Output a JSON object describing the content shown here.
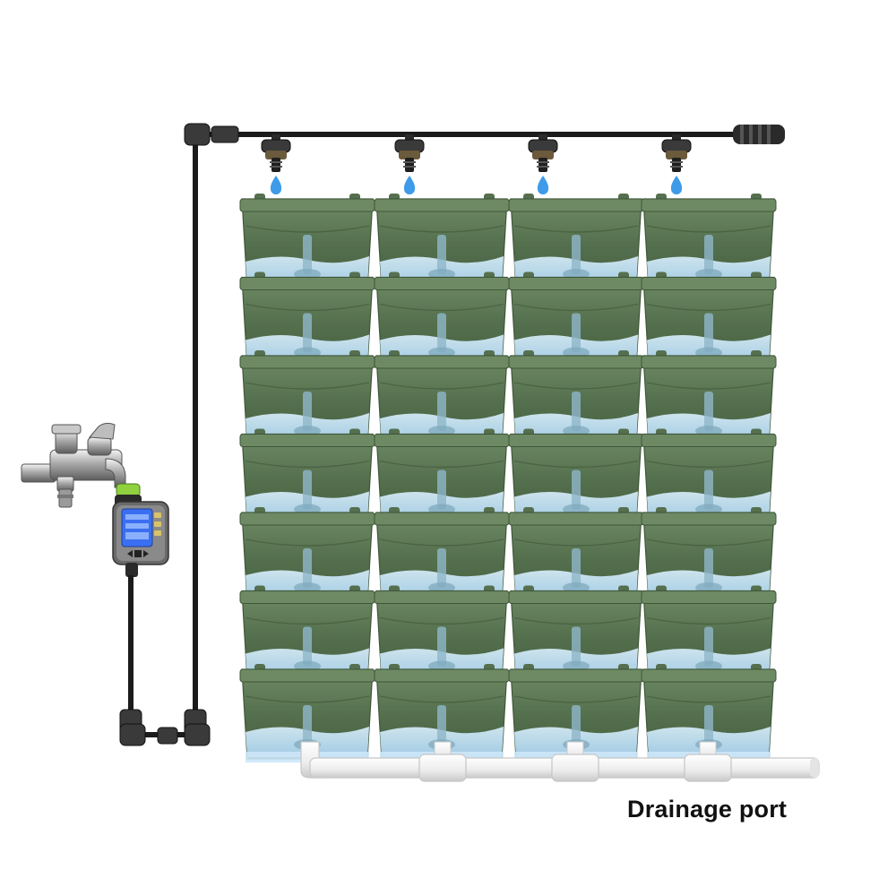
{
  "caption": "Drainage port",
  "planter_grid": {
    "rows": 7,
    "columns": 4
  },
  "drippers": 4,
  "colors": {
    "pot_green": "#56704f",
    "pot_green_dark": "#3f5639",
    "pot_green_light": "#7a9670",
    "water_blue": "#bfe1f7",
    "drip_blue": "#3d9be9",
    "tube_black": "#1b1b1b",
    "drain_pipe": "#f2f2f2",
    "timer_screen": "#3b6ff2"
  },
  "icons": [
    "faucet-icon",
    "water-timer-icon",
    "dripper-icon",
    "water-drop-icon",
    "drain-tee-icon"
  ]
}
